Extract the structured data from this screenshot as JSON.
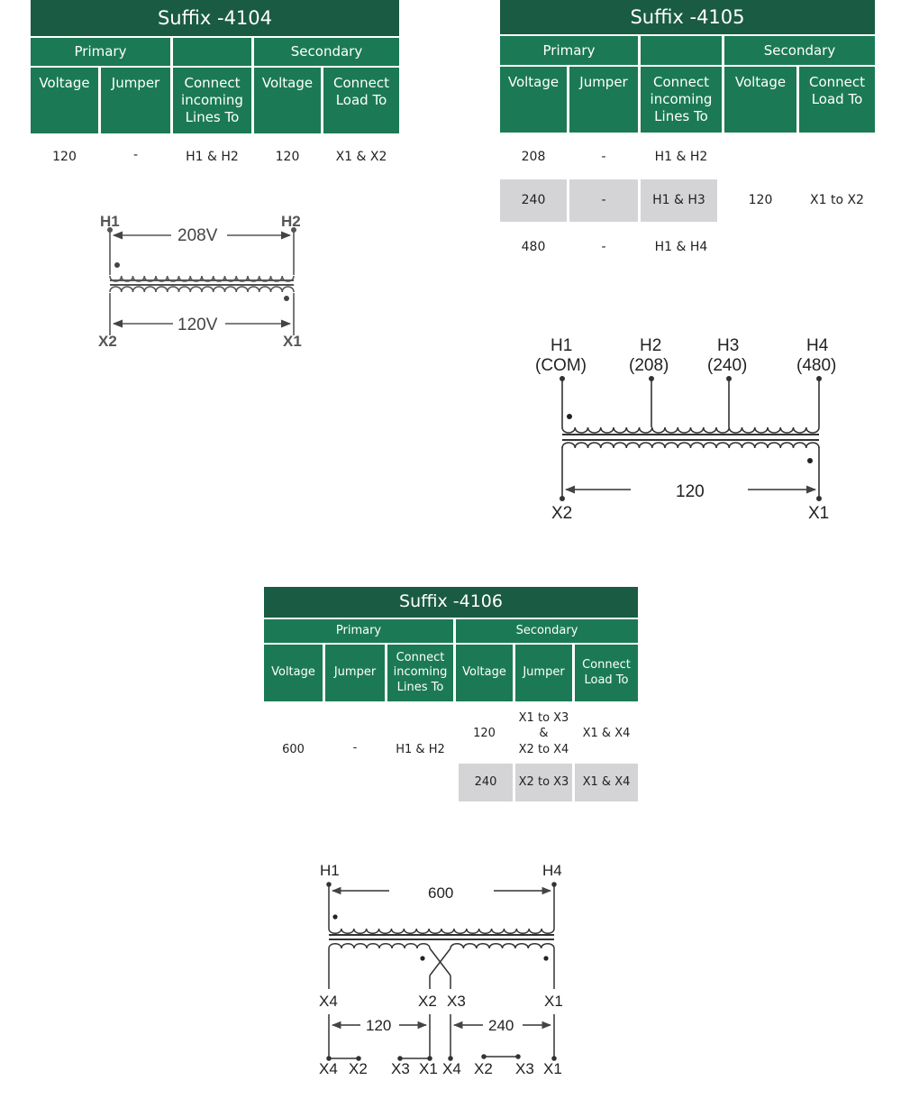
{
  "t4104": {
    "title": "Suffix -4104",
    "primary": "Primary",
    "secondary": "Secondary",
    "cols": [
      "Voltage",
      "Jumper",
      "Connect\nincoming\nLines To",
      "Voltage",
      "Connect\nLoad To"
    ],
    "row": [
      "120",
      "-",
      "H1 & H2",
      "120",
      "X1 & X2"
    ]
  },
  "t4105": {
    "title": "Suffix -4105",
    "primary": "Primary",
    "secondary": "Secondary",
    "cols": [
      "Voltage",
      "Jumper",
      "Connect\nincoming\nLines To",
      "Voltage",
      "Connect\nLoad To"
    ],
    "rows": [
      [
        "208",
        "-",
        "H1 & H2"
      ],
      [
        "240",
        "-",
        "H1 & H3"
      ],
      [
        "480",
        "-",
        "H1 & H4"
      ]
    ],
    "sec_voltage": "120",
    "sec_load": "X1 to X2"
  },
  "t4106": {
    "title": "Suffix -4106",
    "primary": "Primary",
    "secondary": "Secondary",
    "cols": [
      "Voltage",
      "Jumper",
      "Connect\nincoming\nLines To",
      "Voltage",
      "Jumper",
      "Connect\nLoad To"
    ],
    "primary_row": [
      "600",
      "-",
      "H1 & H2"
    ],
    "sec_rows": [
      [
        "120",
        "X1 to X3\n&\nX2 to X4",
        "X1 & X4"
      ],
      [
        "240",
        "X2 to X3",
        "X1 & X4"
      ]
    ]
  },
  "d4104": {
    "h1": "H1",
    "h2": "H2",
    "x1": "X1",
    "x2": "X2",
    "primary_v": "208V",
    "secondary_v": "120V"
  },
  "d4105": {
    "h1": "H1",
    "h1s": "(COM)",
    "h2": "H2",
    "h2s": "(208)",
    "h3": "H3",
    "h3s": "(240)",
    "h4": "H4",
    "h4s": "(480)",
    "x1": "X1",
    "x2": "X2",
    "sec_v": "120"
  },
  "d4106": {
    "h1": "H1",
    "h4": "H4",
    "primary_v": "600",
    "x4": "X4",
    "x2": "X2",
    "x3": "X3",
    "x1": "X1",
    "v120": "120",
    "v240": "240",
    "b_x4a": "X4",
    "b_x2a": "X2",
    "b_x3a": "X3",
    "b_x1a": "X1",
    "b_x4b": "X4",
    "b_x2b": "X2",
    "b_x3b": "X3",
    "b_x1b": "X1"
  },
  "colors": {
    "header_dark": "#1a5b44",
    "header": "#1b7a55",
    "highlight": "#d4d4d7",
    "wire": "#444444"
  }
}
